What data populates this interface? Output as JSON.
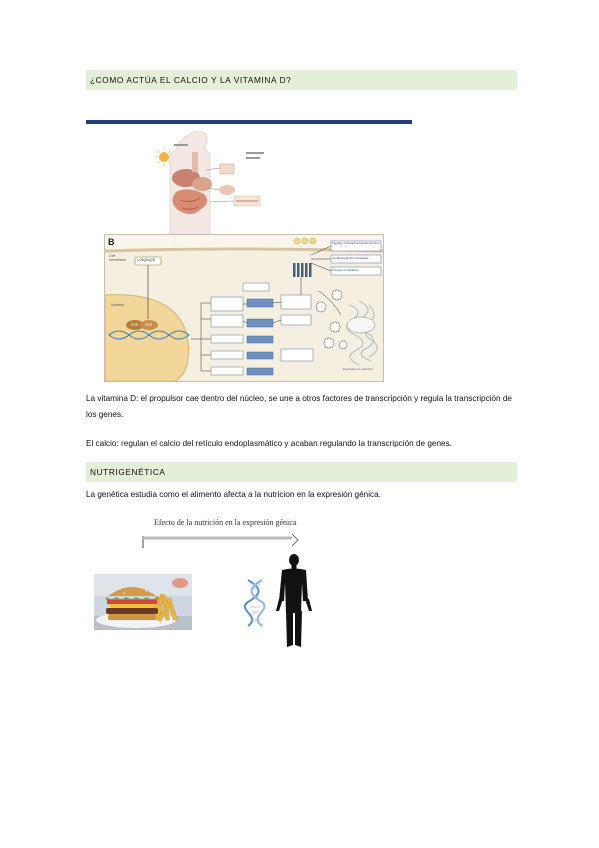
{
  "sections": {
    "calcio_heading": "¿COMO ACTÚA EL CALCIO Y LA VITAMINA D?",
    "nutrigenetica_heading": "NUTRIGENÉTICA"
  },
  "figure_b": {
    "panel_letter": "B",
    "labels": {
      "cell_membrane": "Cell membrane",
      "nucleus": "Nucleus",
      "vdr": "VDR",
      "rxr": "RXR",
      "hormone": "1,25(OH)2D",
      "box_integrity": "Integrity of intestinal barrier function",
      "box_ca_absorption": "Ca absorption/homeostasis",
      "box_immune": "Immune modulation",
      "endoplasmic": "Endoplasmic reticulum"
    }
  },
  "paragraphs": {
    "vitamina_d": "La vitamina D: el propulsor cae dentro del núcleo, se une a otros factores de transcripción y regula la transcripción de los genes.",
    "calcio": "El calcio: regulan el calcio del retículo endoplasmático y acaban regulando la transcripción de genes.",
    "genetica": "La genética estudia como el alimento afecta a la nutricion en la expresión génica."
  },
  "nutri_figure": {
    "arrow_caption": "Efecto de la nutrición en la expresión génica"
  },
  "colors": {
    "band": "#e3efd7",
    "rule": "#253d7c"
  }
}
